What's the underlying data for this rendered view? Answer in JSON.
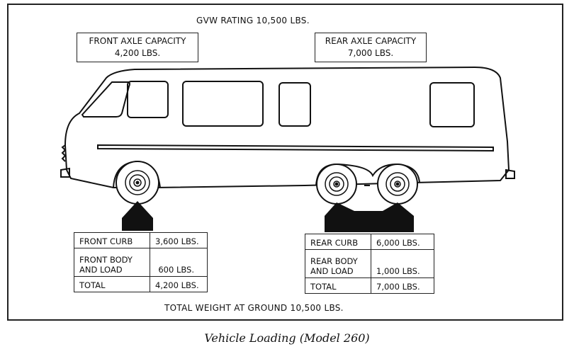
{
  "gvw_rating": "GVW RATING 10,500 LBS.",
  "front_axle": {
    "title": "FRONT AXLE CAPACITY",
    "value": "4,200 LBS."
  },
  "rear_axle": {
    "title": "REAR AXLE CAPACITY",
    "value": "7,000 LBS."
  },
  "front_table": {
    "rows": [
      {
        "label": "FRONT CURB",
        "value": "3,600 LBS."
      },
      {
        "label_line1": "FRONT BODY",
        "label_line2": "AND LOAD",
        "value": "600 LBS."
      },
      {
        "label": "TOTAL",
        "value": "4,200 LBS."
      }
    ]
  },
  "rear_table": {
    "rows": [
      {
        "label": "REAR CURB",
        "value": "6,000 LBS."
      },
      {
        "label_line1": "REAR BODY",
        "label_line2": "AND LOAD",
        "value": "1,000 LBS."
      },
      {
        "label": "TOTAL",
        "value": "7,000 LBS."
      }
    ]
  },
  "total_ground": "TOTAL WEIGHT AT GROUND 10,500 LBS.",
  "caption": "Vehicle Loading (Model 260)"
}
